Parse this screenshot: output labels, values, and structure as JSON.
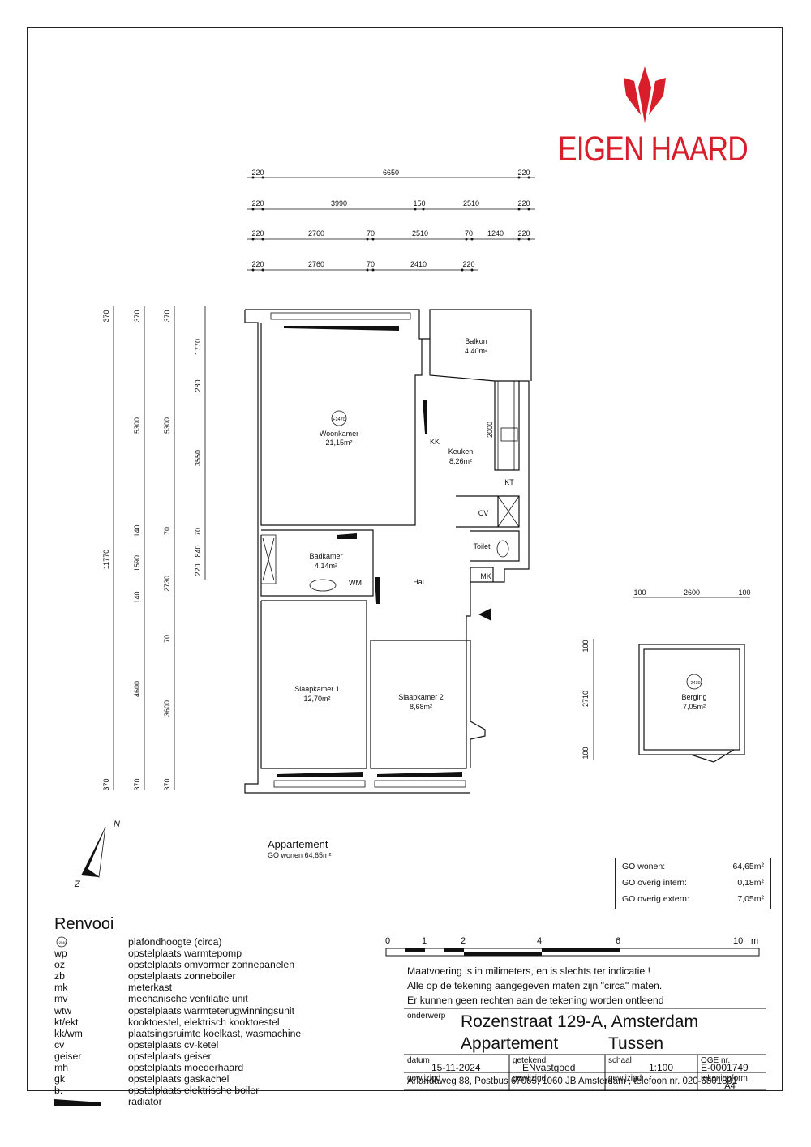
{
  "brand": {
    "name": "EIGEN HAARD",
    "color": "#d81e2a"
  },
  "dimensions": {
    "top_row1": [
      "220",
      "6650",
      "220"
    ],
    "top_row2": [
      "220",
      "3990",
      "150",
      "2510",
      "220"
    ],
    "top_row3": [
      "220",
      "2760",
      "70",
      "2510",
      "70",
      "1240",
      "220"
    ],
    "top_row4": [
      "220",
      "2760",
      "70",
      "2410",
      "220"
    ],
    "left_col1": [
      "370",
      "11770",
      "370"
    ],
    "left_col2": [
      "370",
      "5300",
      "140",
      "1590",
      "140",
      "4600",
      "370"
    ],
    "left_col3": [
      "370",
      "5300",
      "70",
      "2730",
      "70",
      "3600",
      "370"
    ],
    "left_col4": [
      "1770",
      "280",
      "3550",
      "70",
      "840",
      "220"
    ],
    "kitchen": "2000",
    "berging_top": [
      "100",
      "2600",
      "100"
    ],
    "berging_left": [
      "100",
      "2710",
      "100"
    ]
  },
  "rooms": {
    "woonkamer": {
      "name": "Woonkamer",
      "area": "21,15m²",
      "height": "+2470"
    },
    "balkon": {
      "name": "Balkon",
      "area": "4,40m²"
    },
    "keuken": {
      "name": "Keuken",
      "area": "8,26m²"
    },
    "kk": "KK",
    "kt": "KT",
    "cv": "CV",
    "toilet": "Toilet",
    "mk": "MK",
    "hal": "Hal",
    "wm": "WM",
    "badkamer": {
      "name": "Badkamer",
      "area": "4,14m²"
    },
    "slaapkamer1": {
      "name": "Slaapkamer 1",
      "area": "12,70m²"
    },
    "slaapkamer2": {
      "name": "Slaapkamer 2",
      "area": "8,68m²"
    },
    "berging": {
      "name": "Berging",
      "area": "7,05m²",
      "height": "+2430"
    }
  },
  "north": {
    "n": "N",
    "z": "Z"
  },
  "appartement": {
    "title": "Appartement",
    "sub": "GO wonen 64,65m²"
  },
  "go_summary": [
    {
      "label": "GO wonen:",
      "value": "64,65m²"
    },
    {
      "label": "GO overig intern:",
      "value": "0,18m²"
    },
    {
      "label": "GO overig extern:",
      "value": "7,05m²"
    }
  ],
  "renvooi": {
    "title": "Renvooi",
    "symbol_text": "+2540",
    "items": [
      {
        "code": "",
        "desc": "plafondhoogte (circa)"
      },
      {
        "code": "wp",
        "desc": "opstelplaats warmtepomp"
      },
      {
        "code": "oz",
        "desc": "opstelplaats omvormer zonnepanelen"
      },
      {
        "code": "zb",
        "desc": "opstelplaats zonneboiler"
      },
      {
        "code": "mk",
        "desc": "meterkast"
      },
      {
        "code": "mv",
        "desc": "mechanische ventilatie unit"
      },
      {
        "code": "wtw",
        "desc": "opstelplaats warmteterugwinningsunit"
      },
      {
        "code": "kt/ekt",
        "desc": "kooktoestel, elektrisch kooktoestel"
      },
      {
        "code": "kk/wm",
        "desc": "plaatsingsruimte koelkast, wasmachine"
      },
      {
        "code": "cv",
        "desc": "opstelplaats cv-ketel"
      },
      {
        "code": "geiser",
        "desc": "opstelplaats geiser"
      },
      {
        "code": "mh",
        "desc": "opstelplaats moederhaard"
      },
      {
        "code": "gk",
        "desc": "opstelplaats gaskachel"
      },
      {
        "code": "b.",
        "desc": "opstelplaats elektrische boiler"
      },
      {
        "code": "",
        "desc": "radiator"
      }
    ]
  },
  "scale_bar": {
    "labels": [
      "0",
      "1",
      "2",
      "4",
      "6",
      "10"
    ],
    "unit": "m"
  },
  "notes": [
    "Maatvoering is in milimeters, en is slechts ter indicatie !",
    "Alle op de tekening aangegeven maten zijn \"circa\" maten.",
    "Er kunnen geen rechten aan de tekening worden ontleend"
  ],
  "title_block": {
    "onderwerp_label": "onderwerp",
    "address": "Rozenstraat 129-A, Amsterdam",
    "type": "Appartement",
    "position": "Tussen",
    "datum_label": "datum",
    "datum": "15-11-2024",
    "getekend_label": "getekend",
    "getekend": "ENvastgoed",
    "schaal_label": "schaal",
    "schaal": "1:100",
    "oge_label": "OGE nr.",
    "oge": "E-0001749",
    "gewijzigd_label": "gewijzigd",
    "tekeningform_label": "tekeningform",
    "tekeningform": "A4",
    "footer": "Arlandaweg 88, Postbus 67065, 1060 JB Amsterdam , telefoon nr. 020-6801801"
  }
}
